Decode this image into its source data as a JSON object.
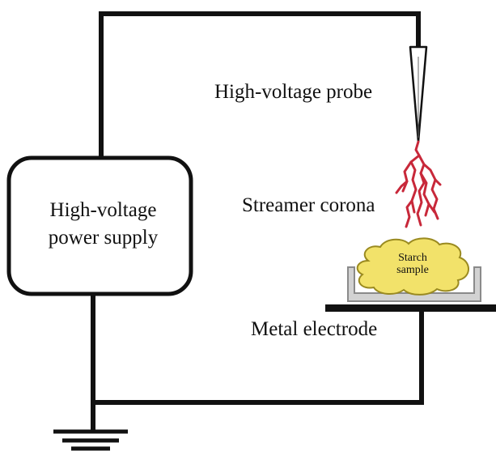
{
  "labels": {
    "probe": "High-voltage probe",
    "corona": "Streamer corona",
    "psu_line1": "High-voltage",
    "psu_line2": "power supply",
    "sample_line1": "Starch",
    "sample_line2": "sample",
    "electrode": "Metal electrode"
  },
  "colors": {
    "wire": "#111111",
    "streamer": "#c8283a",
    "sample_fill": "#f2e26a",
    "sample_stroke": "#9a8a20",
    "dish_fill": "#d2d2d2",
    "dish_stroke": "#8a8a8a",
    "background": "#ffffff"
  },
  "icons": [
    "ground-symbol-icon",
    "probe-tip-icon",
    "streamer-discharge-icon",
    "starch-sample-icon"
  ]
}
